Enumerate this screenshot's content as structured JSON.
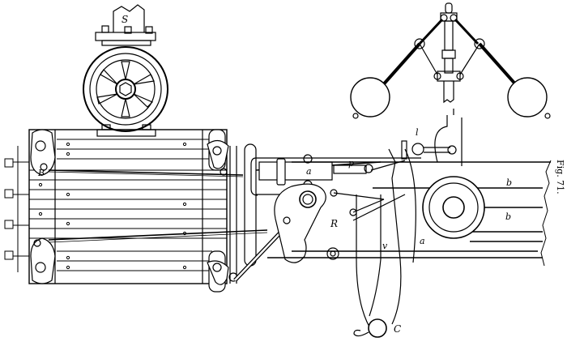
{
  "figure": {
    "caption": "Fig. 71.",
    "subject": "Steam engine valve gear with fly-ball governor (engraving)"
  },
  "labels": {
    "S": "S",
    "B": "B",
    "R": "R",
    "C": "C",
    "a_cylinder": "a",
    "a_frame": "a",
    "b_upper": "b",
    "b_lower": "b",
    "l": "l",
    "p": "p",
    "v": "v"
  },
  "colors": {
    "ink": "#000000",
    "paper": "#ffffff"
  }
}
